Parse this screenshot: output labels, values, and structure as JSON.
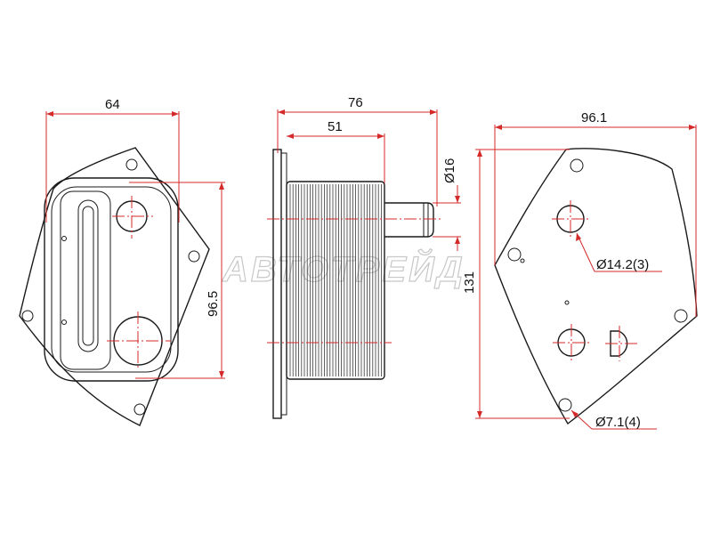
{
  "watermark": "АВТОТРЕЙД",
  "views": {
    "front": {
      "width_label": "64",
      "height_label": "96.5"
    },
    "side": {
      "overall_length_label": "76",
      "body_length_label": "51",
      "pipe_diameter_label": "Ø16"
    },
    "back": {
      "width_label": "96.1",
      "height_label": "131",
      "large_hole_label": "Ø14.2(3)",
      "small_hole_label": "Ø7.1(4)"
    }
  },
  "colors": {
    "outline": "#1a1a1a",
    "dimension": "#d42a2a",
    "watermark": "#c8c8c8"
  }
}
